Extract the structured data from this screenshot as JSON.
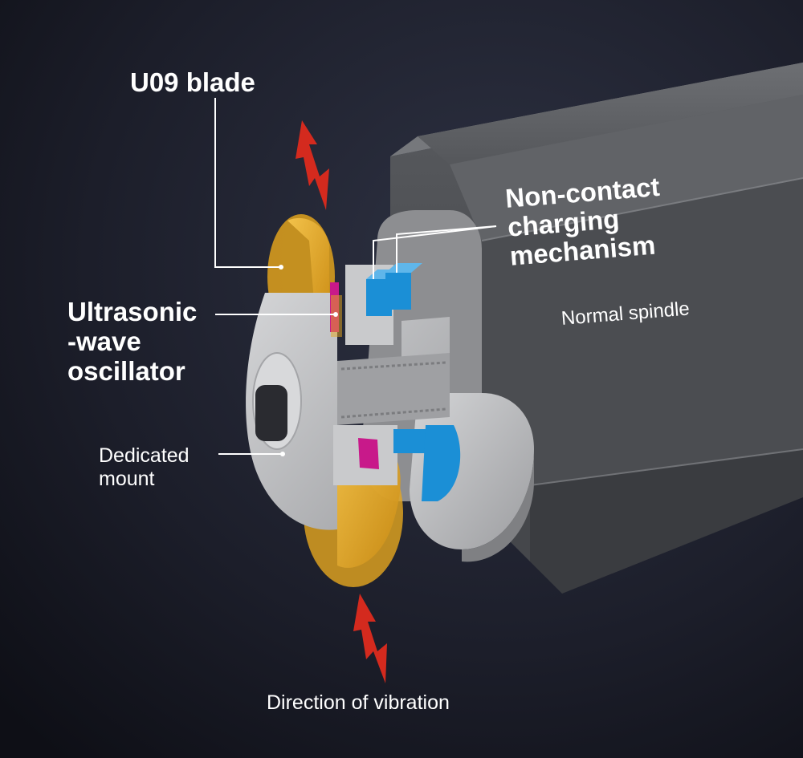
{
  "labels": {
    "blade": "U09 blade",
    "oscillator": "Ultrasonic\n-wave\noscillator",
    "charging": "Non-contact\ncharging\nmechanism",
    "spindle": "Normal spindle",
    "mount": "Dedicated\nmount",
    "vibration": "Direction of vibration"
  },
  "colors": {
    "background_center": "#2b2f3f",
    "background_edge": "#0f1018",
    "spindle_body": "#54565a",
    "hub_gray": "#b7b8ba",
    "blade_gold": "#e3a51e",
    "piezo_magenta": "#c8198a",
    "coil_blue": "#1b8fd6",
    "vibration_arrow": "#d42a1e",
    "leader_line": "#ffffff"
  },
  "icons": [
    "vibration-arrow-top",
    "vibration-arrow-bottom"
  ]
}
